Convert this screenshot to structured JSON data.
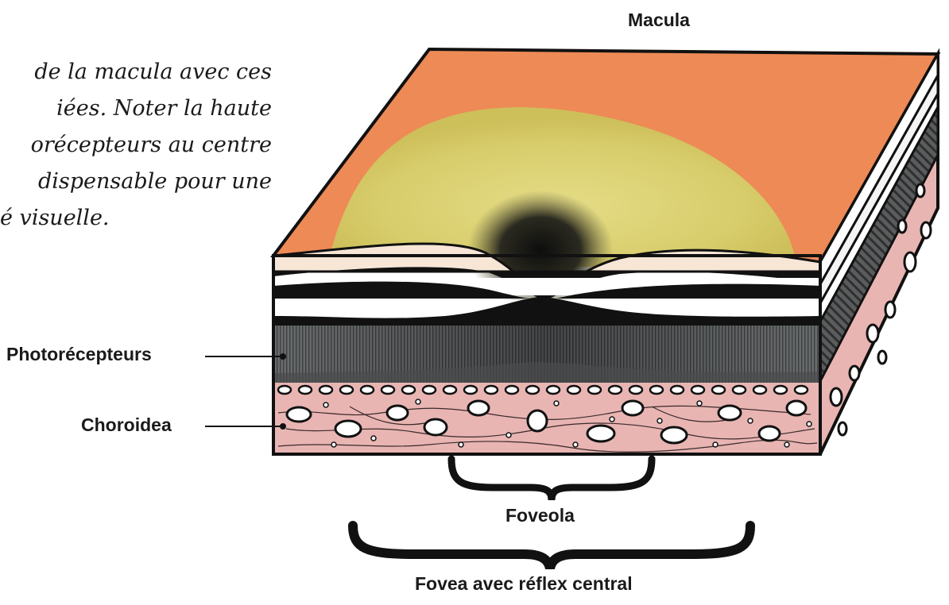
{
  "figure": {
    "caption_lines": [
      "de la macula avec ces",
      "iées. Noter la haute",
      "orécepteurs au centre",
      "dispensable pour une",
      "é visuelle."
    ],
    "labels": {
      "macula": "Macula",
      "photoreceptors": "Photorécepteurs",
      "choroid": "Choroidea",
      "foveola": "Foveola",
      "fovea": "Fovea avec réflex central"
    }
  },
  "colors": {
    "retina_surface": "#ee8a56",
    "macula_yellow": "#d9cf70",
    "fovea_dark": "#1a1a1a",
    "photoreceptor_layer": "#5a5d5e",
    "choroid": "#e8b5b3",
    "outline": "#111111"
  }
}
